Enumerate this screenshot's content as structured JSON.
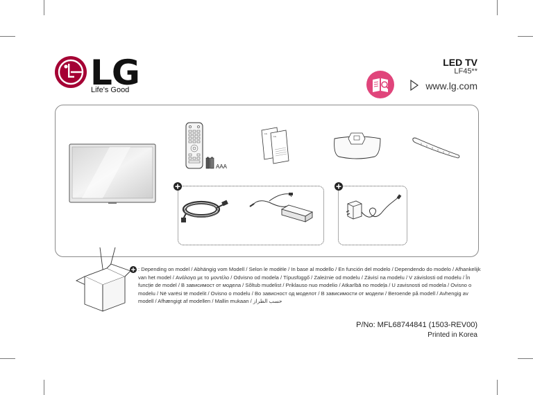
{
  "brand": {
    "logo_text": "LG",
    "tagline": "Life's Good"
  },
  "product": {
    "type": "LED TV",
    "model": "LF45**",
    "website": "www.lg.com"
  },
  "contents": {
    "battery_label": "AAA"
  },
  "note": {
    "text": ": Depending on model / Abhängig vom Modell / Selon le modèle / In base al modello / En función del modelo / Dependendo do modelo / Afhankelijk van het model / Ανάλογα με το μοντέλο / Odvisno od modela / Típusfüggő / Zależnie od modelu / Závisí na modelu / V závislosti od modelu / În funcție de model / В зависимост от модела / Sõltub mudelist / Priklauso nuo modelio / Atkarībā no modeļa / U zavisnosti od modela / Ovisno o modelu / Në varësi të modelit / Ovisno o modelu / Во зависност од моделот / В зависимости от модели / Beroende på modell / Avhengig av modell / Afhængigt af modellen / Mallin mukaan / حسب الطراز"
  },
  "footer": {
    "part_no": "P/No: MFL68744841 (1503-REV00)",
    "printed": "Printed in Korea"
  },
  "colors": {
    "logo_red": "#a50034",
    "manual_icon_pink": "#e0457b",
    "frame_gray": "#8a8a8a"
  }
}
